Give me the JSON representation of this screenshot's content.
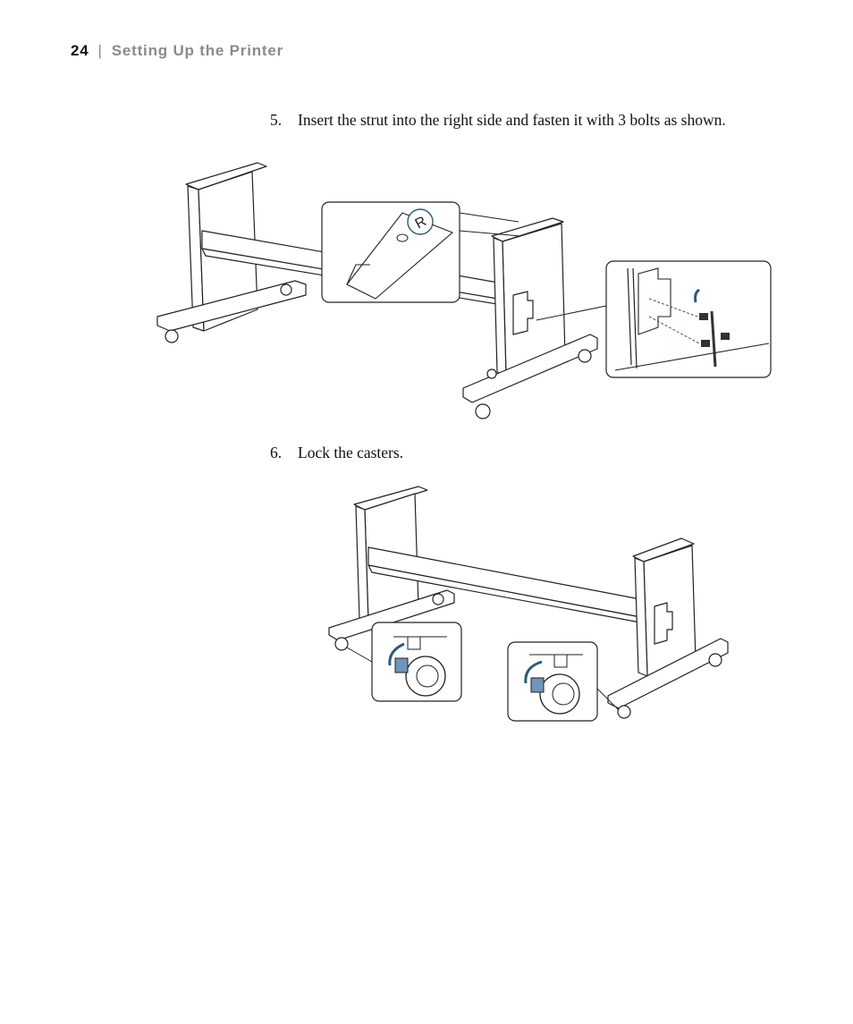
{
  "header": {
    "page_number": "24",
    "separator": "|",
    "section_title": "Setting Up the Printer"
  },
  "steps": [
    {
      "number": "5.",
      "text": "Insert the strut into the right side and fasten it with 3 bolts as shown."
    },
    {
      "number": "6.",
      "text": "Lock the casters."
    }
  ],
  "figures": {
    "figure1": {
      "callout_label": "R"
    },
    "accent_color": "#2a5a78",
    "caster_tab_color": "#6f95b8"
  }
}
